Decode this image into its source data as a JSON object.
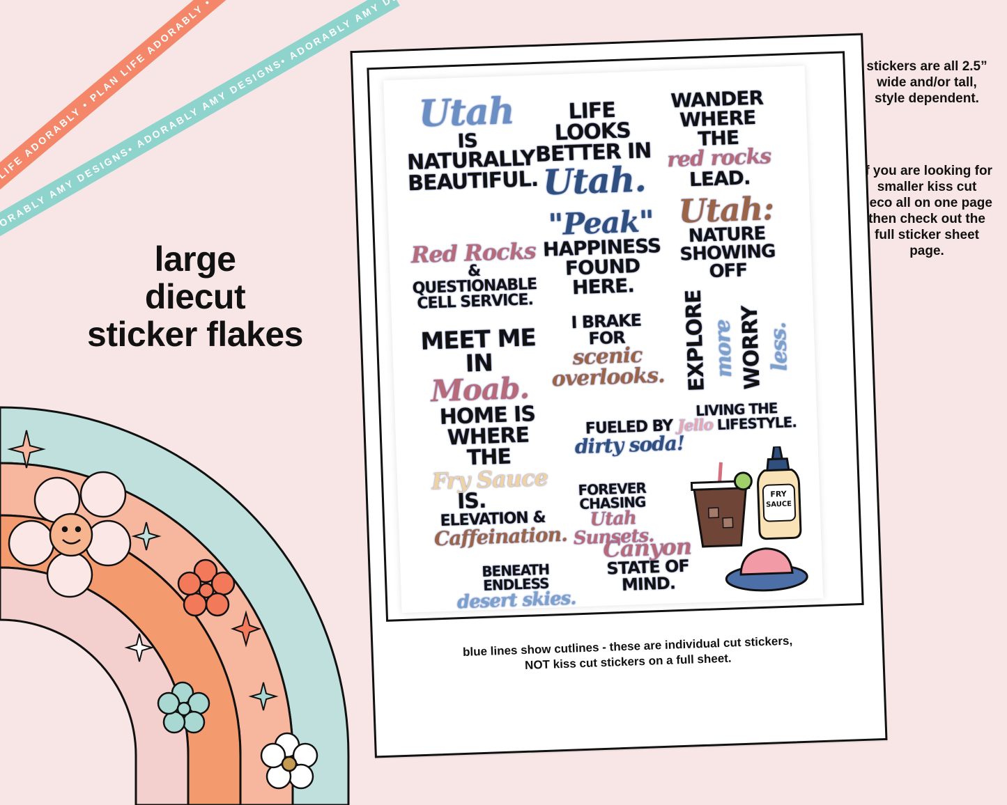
{
  "ribbons": {
    "orange_text": "PLAN LIFE ADORABLY • PLAN LIFE ADORABLY • PLAN LIFE ADORABLY •",
    "teal_text": "ADORABLY AMY DESIGNS• ADORABLY AMY DESIGNS• ADORABLY AMY DESIGNS•"
  },
  "heading": {
    "line1": "large",
    "line2": "diecut",
    "line3": "sticker flakes"
  },
  "notes": {
    "size": [
      "stickers are all 2.5”",
      "wide and/or tall,",
      "style dependent."
    ],
    "kiss": [
      "if you are looking for",
      "smaller kiss cut",
      "deco all on one page",
      "then check out the",
      "full sticker sheet",
      "page."
    ]
  },
  "caption": [
    "blue lines show cutlines - these are individual cut stickers,",
    "NOT kiss cut stickers on a full sheet."
  ],
  "stickers": {
    "s1": [
      "Utah",
      "IS",
      "NATURALLY",
      "BEAUTIFUL."
    ],
    "s2": [
      "LIFE LOOKS",
      "BETTER IN",
      "Utah."
    ],
    "s3": [
      "WANDER",
      "WHERE THE",
      "red rocks",
      "LEAD."
    ],
    "s4": [
      "Red Rocks",
      "& QUESTIONABLE",
      "CELL SERVICE."
    ],
    "s5": [
      "\"Peak\"",
      "HAPPINESS",
      "FOUND HERE."
    ],
    "s6": [
      "Utah:",
      "NATURE",
      "SHOWING OFF"
    ],
    "s7": [
      "MEET ME IN",
      "Moab."
    ],
    "s8": [
      "I BRAKE",
      "FOR",
      "scenic",
      "overlooks."
    ],
    "s9": [
      "EXPLORE",
      "more",
      "WORRY",
      "less."
    ],
    "s10": [
      "HOME IS",
      "WHERE THE",
      "Fry Sauce",
      "IS."
    ],
    "s11": [
      "FUELED BY",
      "dirty soda!"
    ],
    "s12": [
      "LIVING THE",
      "Jello",
      "LIFESTYLE."
    ],
    "s13": [
      "FOREVER CHASING",
      "Utah Sunsets."
    ],
    "s14": [
      "ELEVATION &",
      "Caffeination."
    ],
    "s15": [
      "BENEATH ENDLESS",
      "desert skies."
    ],
    "s16": [
      "Canyon",
      "STATE OF MIND."
    ],
    "bottle_label": [
      "FRY",
      "SAUCE"
    ]
  },
  "colors": {
    "background": "#f7e6e5",
    "orange": "#f4876a",
    "teal": "#8ed3cc",
    "cutline": "#6b7fc9"
  }
}
